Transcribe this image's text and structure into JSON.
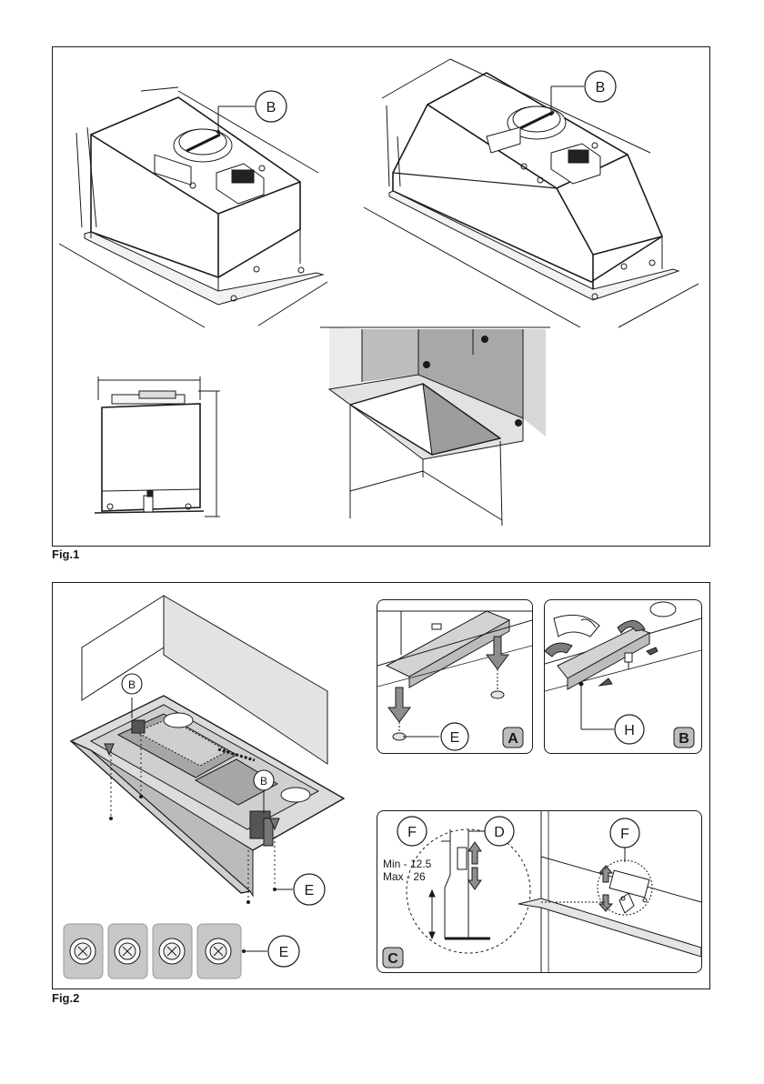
{
  "figures": {
    "fig1_label": "Fig.1",
    "fig2_label": "Fig.2"
  },
  "callouts": {
    "b": "B",
    "e": "E",
    "a": "A",
    "h": "H",
    "c": "C",
    "d": "D",
    "f": "F"
  },
  "adjustment": {
    "min_text": "Min  - 12.5",
    "max_text": "Max - 26"
  }
}
